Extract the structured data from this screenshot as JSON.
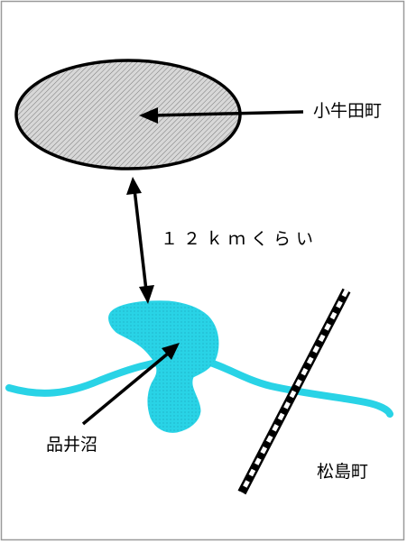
{
  "map": {
    "labels": {
      "oushida_town": "小牛田町",
      "distance": "１２ｋｍくらい",
      "shinai_numa": "品井沼",
      "matsushima_town": "松島町"
    },
    "colors": {
      "frame": "#9a9a9a",
      "town_fill": "#d8d8d8",
      "town_hatch": "#7a7a7a",
      "water": "#29d3e6",
      "water_dots": "#1aa8bb",
      "ink": "#000000",
      "rail_white": "#ffffff"
    }
  }
}
